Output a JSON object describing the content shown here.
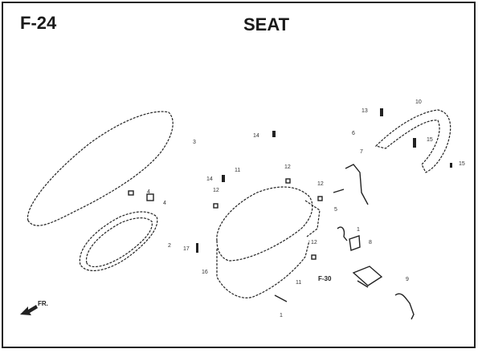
{
  "header": {
    "diagram_code": "F-24",
    "title": "SEAT"
  },
  "reference": "F-30",
  "front_marker": "FR.",
  "labels": [
    "10",
    "13",
    "6",
    "7",
    "15",
    "15",
    "14",
    "3",
    "12",
    "11",
    "14",
    "12",
    "12",
    "4",
    "4",
    "5",
    "1",
    "8",
    "12",
    "2",
    "17",
    "16",
    "11",
    "9",
    "1"
  ]
}
